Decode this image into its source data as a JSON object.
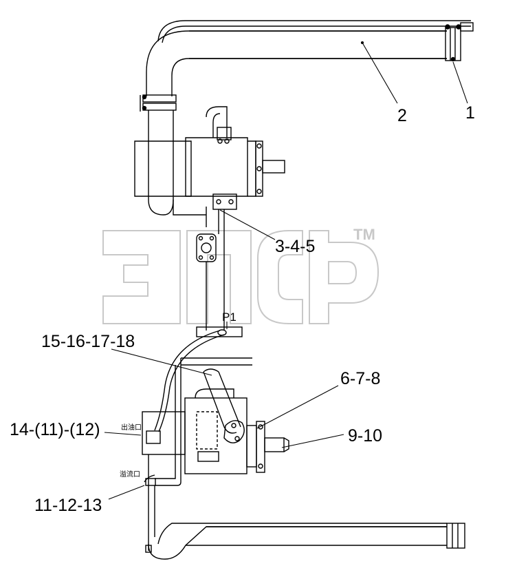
{
  "labels": {
    "part_1": "1",
    "part_2": "2",
    "part_3_4_5": "3-4-5",
    "port_p1": "P1",
    "part_15_16_17_18": "15-16-17-18",
    "part_6_7_8": "6-7-8",
    "part_9_10": "9-10",
    "part_14_11_12": "14-(11)-(12)",
    "part_11_12_13": "11-12-13",
    "outlet_label": "出油口",
    "overflow_label": "溢流口"
  },
  "watermark": {
    "mark": "TM",
    "color": "#c8c8c8"
  },
  "colors": {
    "line": "#000000",
    "background": "#ffffff"
  }
}
